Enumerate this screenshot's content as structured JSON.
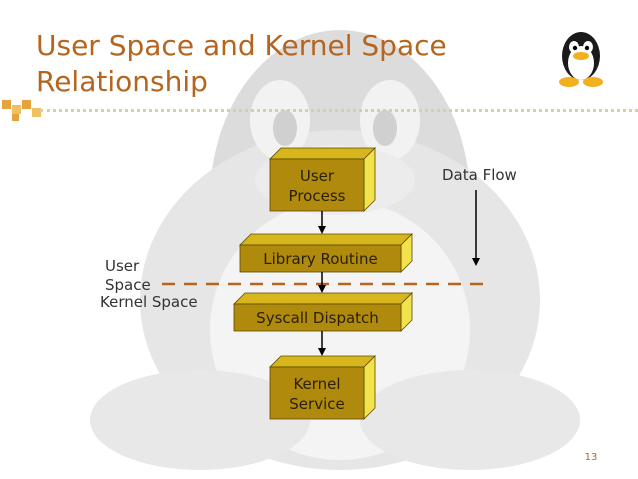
{
  "slide": {
    "title_line1": "User Space and Kernel Space",
    "title_line2": "Relationship",
    "page_number": "13"
  },
  "diagram": {
    "boxes": {
      "user_process": [
        "User",
        "Process"
      ],
      "library_routine": "Library Routine",
      "syscall_dispatch": "Syscall Dispatch",
      "kernel_service": [
        "Kernel",
        "Service"
      ]
    },
    "labels": {
      "data_flow": "Data Flow",
      "user_space": [
        "User",
        "Space"
      ],
      "kernel_space": "Kernel Space"
    }
  },
  "colors": {
    "title": "#b5651d",
    "box_front": "#b08a0c",
    "box_top": "#d7b61d",
    "box_side": "#f2e24b",
    "divider": "#b5651d",
    "arrow": "#000000"
  },
  "icons": {
    "logo": "tux-penguin-icon",
    "watermark": "tux-penguin-watermark-icon",
    "title_decoration": "orange-squares-icon"
  }
}
